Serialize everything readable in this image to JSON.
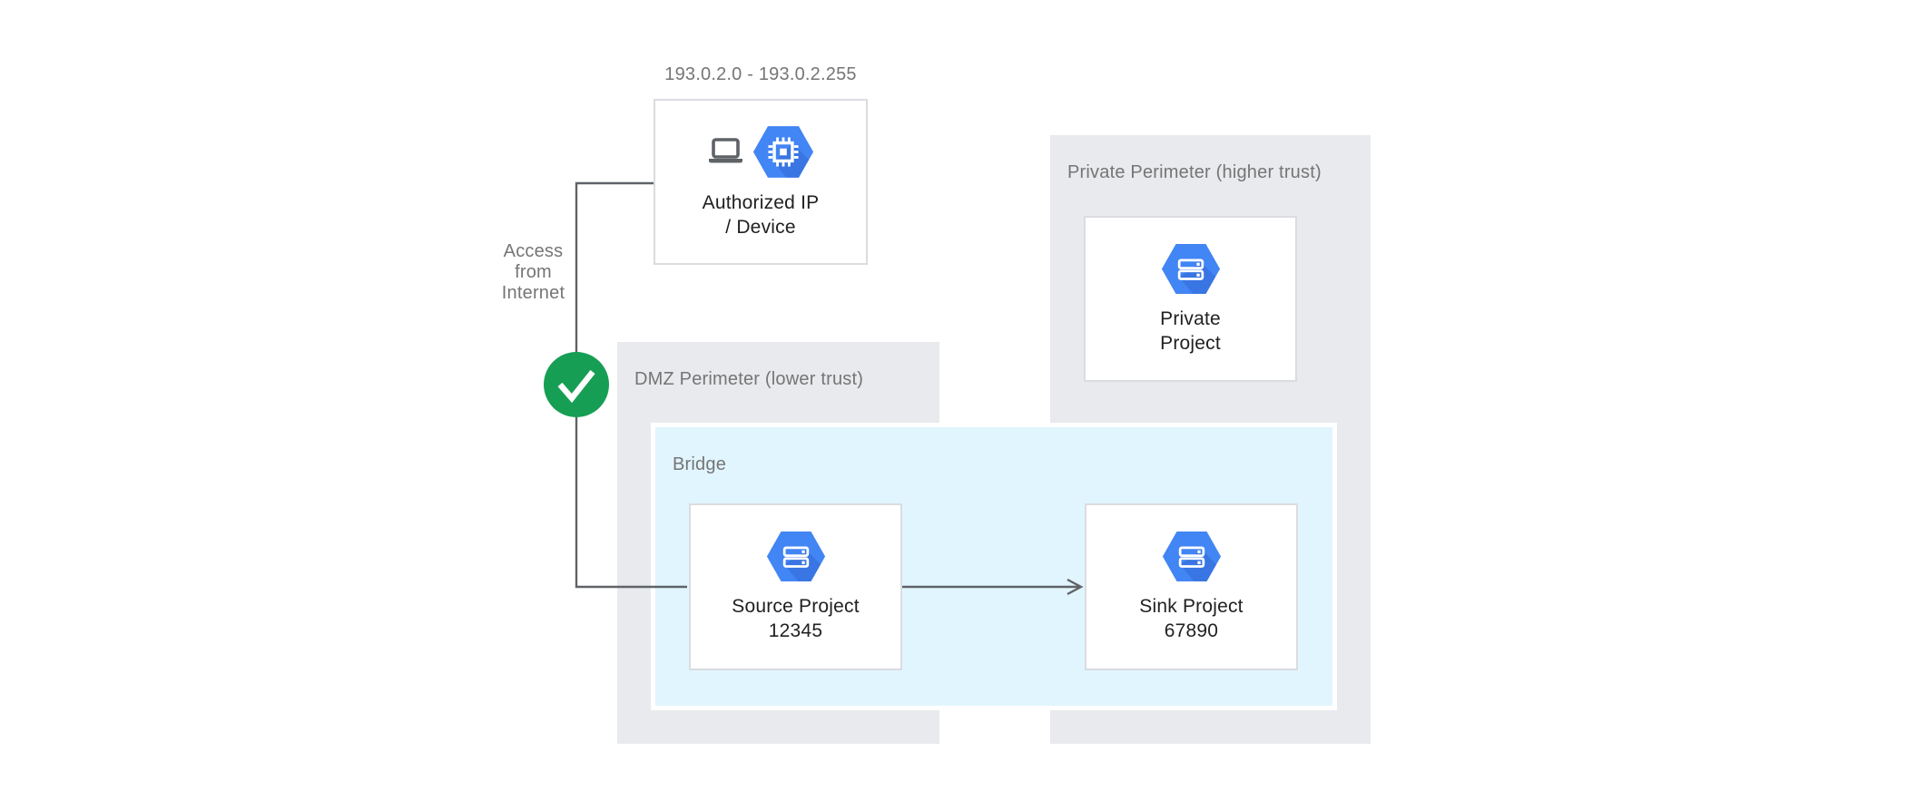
{
  "ip_range": "193.0.2.0 - 193.0.2.255",
  "authorized_box": {
    "line1": "Authorized IP",
    "line2": "/ Device"
  },
  "access": {
    "line1": "Access",
    "line2": "from",
    "line3": "Internet"
  },
  "dmz_perimeter": {
    "label": "DMZ Perimeter (lower trust)"
  },
  "bridge": {
    "label": "Bridge"
  },
  "source_project": {
    "line1": "Source Project",
    "line2": "12345"
  },
  "sink_project": {
    "line1": "Sink Project",
    "line2": "67890"
  },
  "private_perimeter": {
    "label": "Private Perimeter (higher trust)"
  },
  "private_project": {
    "line1": "Private",
    "line2": "Project"
  },
  "icons": [
    "laptop-icon",
    "compute-engine-hexagon-icon",
    "project-hexagon-icon",
    "check-icon",
    "arrow-right-icon"
  ],
  "colors": {
    "perimeter_fill": "#e8eaed",
    "bridge_fill": "#e1f5fe",
    "bridge_border": "#ffffff",
    "hexagon_blue": "#4285f4",
    "hexagon_shadow": "#3367d6",
    "check_green": "#179e55",
    "connector_gray": "#5f6368",
    "label_gray": "#757575",
    "text_dark": "#212121",
    "node_border": "#dadce0"
  }
}
